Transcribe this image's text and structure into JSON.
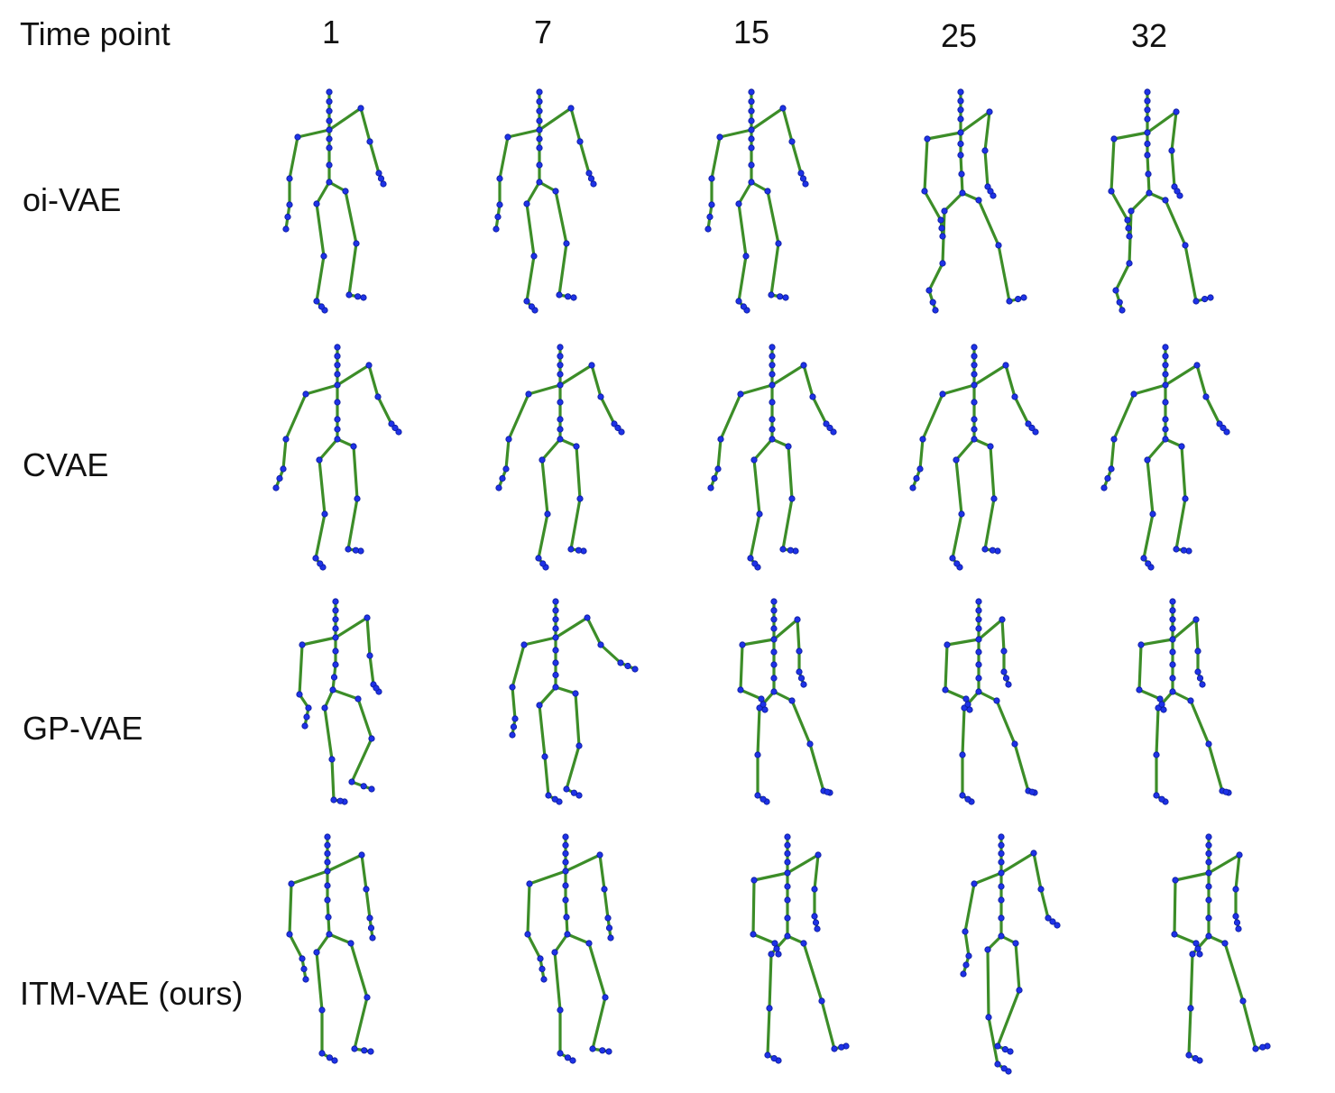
{
  "header": {
    "label": "Time point",
    "time_points": [
      "1",
      "7",
      "15",
      "25",
      "32"
    ]
  },
  "rows": [
    {
      "label": "oi-VAE",
      "poses": [
        "a",
        "a",
        "a",
        "b",
        "b"
      ]
    },
    {
      "label": "CVAE",
      "poses": [
        "c",
        "c",
        "c",
        "c",
        "c"
      ]
    },
    {
      "label": "GP-VAE",
      "poses": [
        "d",
        "e",
        "f",
        "f",
        "f"
      ]
    },
    {
      "label": "ITM-VAE (ours)",
      "poses": [
        "g",
        "g",
        "h",
        "i",
        "h"
      ]
    }
  ],
  "colors": {
    "bone": "#3c8d28",
    "joint": "#1e32e6"
  }
}
